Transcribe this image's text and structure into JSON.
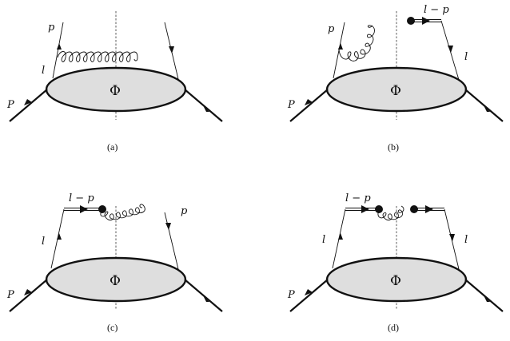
{
  "diagrams": [
    {
      "id": "a",
      "caption": "(a)",
      "blob_label": "Φ",
      "labels": {
        "incoming": "P",
        "left_quark": "l",
        "top_left": "p"
      }
    },
    {
      "id": "b",
      "caption": "(b)",
      "blob_label": "Φ",
      "labels": {
        "incoming": "P",
        "top_left": "p",
        "wilson_line": "l − p",
        "right_quark": "l"
      }
    },
    {
      "id": "c",
      "caption": "(c)",
      "blob_label": "Φ",
      "labels": {
        "incoming": "P",
        "wilson_line": "l − p",
        "left_quark": "l",
        "top_right": "p"
      }
    },
    {
      "id": "d",
      "caption": "(d)",
      "blob_label": "Φ",
      "labels": {
        "incoming": "P",
        "wilson_line": "l − p",
        "left_quark": "l",
        "right_quark": "l"
      }
    }
  ]
}
